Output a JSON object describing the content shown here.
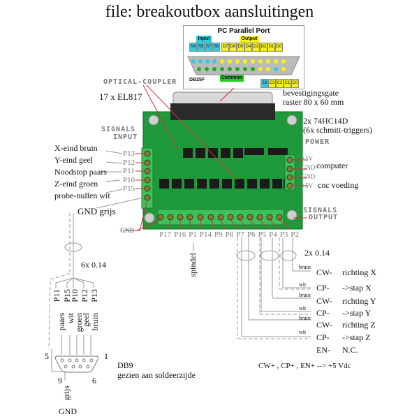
{
  "title": "file: breakoutbox aansluitingen",
  "parallel_port": {
    "title": "PC Parallel Port",
    "input_label": "Input",
    "output_label": "Output",
    "connector_label": "DB25F",
    "common_label": "Common",
    "input_pins": [
      "S4",
      "S5",
      "S7",
      "S6"
    ],
    "output_pins": [
      "D7",
      "D6",
      "D5",
      "D4",
      "D3",
      "D2",
      "D1",
      "D0"
    ],
    "bottom_pins": [
      "S3",
      "C3",
      "C2",
      "C1",
      "C0"
    ]
  },
  "board_labels": {
    "optical_coupler": "OPTICAL-COUPLER",
    "optocoupler_count": "17 x EL817",
    "mounting_holes_1": "bevestigingsgate",
    "mounting_holes_2": "raster 80 x 60 mm",
    "schmitt_1": "2x 74HC14D",
    "schmitt_2": "(6x schmitt-triggers)",
    "signals_input_1": "SIGNALS",
    "signals_input_2": "INPUT",
    "power": "POWER",
    "signals_output_1": "SIGNALS",
    "signals_output_2": "OUTPUT",
    "gnd_pin": "GND"
  },
  "power_terminals": [
    {
      "pin": "+5V"
    },
    {
      "pin": "GND"
    },
    {
      "pin": "GND"
    },
    {
      "pin": "+5V"
    }
  ],
  "power_notes": {
    "computer": "computer",
    "cnc": "cnc voeding"
  },
  "inputs": [
    {
      "label": "X-eind  bruin",
      "pin": "P13"
    },
    {
      "label": "Y-eind  geel",
      "pin": "P12"
    },
    {
      "label": "Noodstop paars",
      "pin": "P11"
    },
    {
      "label": "Z-eind groen",
      "pin": "P10"
    },
    {
      "label": "probe-nullen wit",
      "pin": "P15"
    }
  ],
  "gnd_note": "GND grijs",
  "output_pins": [
    "P17",
    "P16",
    "P1",
    "P14",
    "P9",
    "P8",
    "P7",
    "P6",
    "P5",
    "P4",
    "P3",
    "P2"
  ],
  "spindle_label": "spindel",
  "cable_input": "6x 0.14",
  "cable_output": "2x 0.14",
  "db9": {
    "pin_labels": [
      "P11",
      "P15",
      "P10",
      "P12",
      "P13"
    ],
    "wire_colors": [
      "paars",
      "wit",
      "groen",
      "geel",
      "bruin"
    ],
    "corner_5": "5",
    "corner_1": "1",
    "corner_9": "9",
    "corner_6": "6",
    "title": "DB9",
    "subtitle": "gezien aan soldeerzijde",
    "gnd_color": "grijs",
    "gnd_label": "GND"
  },
  "outputs": [
    {
      "wire": "bruin",
      "signal": "CW-",
      "desc": "richting X"
    },
    {
      "wire": "wit",
      "signal": "CP-",
      "desc": "->stap X"
    },
    {
      "wire": "bruin",
      "signal": "CW-",
      "desc": "richting Y"
    },
    {
      "wire": "wit",
      "signal": "CP-",
      "desc": "->stap Y"
    },
    {
      "wire": "bruin",
      "signal": "CW-",
      "desc": "richting Z"
    },
    {
      "wire": "wit",
      "signal": "CP-",
      "desc": "->stap Z"
    },
    {
      "wire": "",
      "signal": "EN-",
      "desc": "N.C."
    }
  ],
  "footer_note": "CW+ , CP+ , EN+  --> +5 Vdc",
  "colors": {
    "pcb_green": "#1f9a3a",
    "terminal_green": "#3cc25a",
    "leader_red": "#d03030",
    "wire_gray": "#999999"
  }
}
